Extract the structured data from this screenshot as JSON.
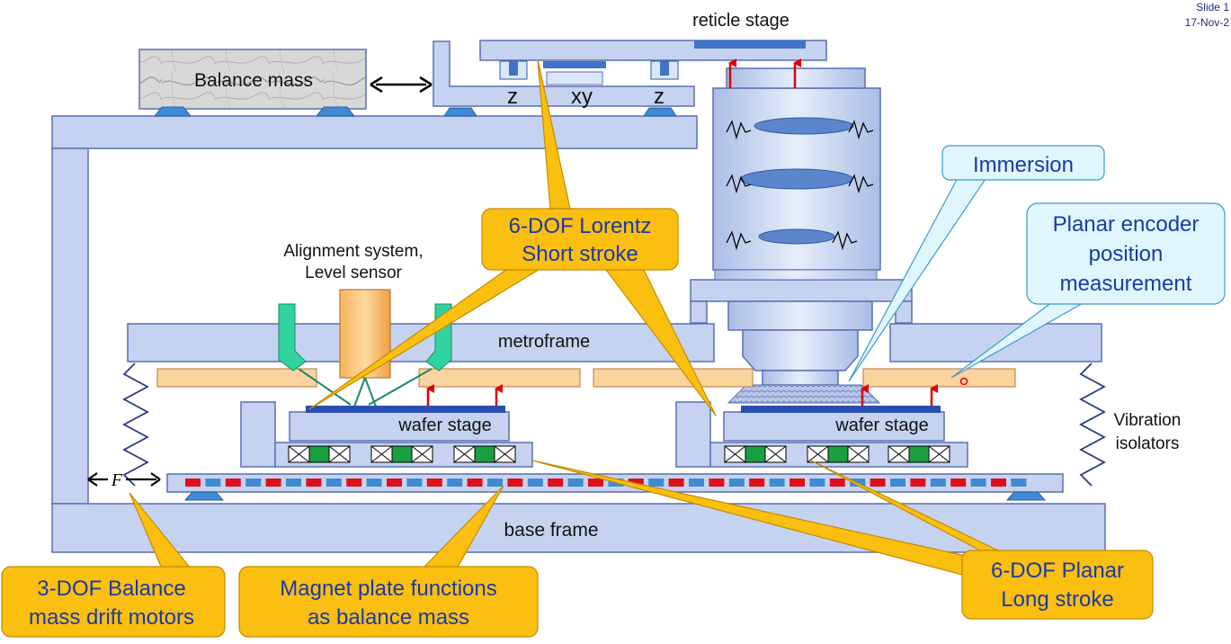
{
  "slide": {
    "number": "Slide 1",
    "date": "17-Nov-2"
  },
  "labels": {
    "reticle_stage": "reticle stage",
    "balance_mass": "Balance mass",
    "z_left": "z",
    "xy": "xy",
    "z_right": "z",
    "alignment_line1": "Alignment system,",
    "alignment_line2": "Level sensor",
    "metroframe": "metroframe",
    "wafer_stage_left": "wafer stage",
    "wafer_stage_right": "wafer stage",
    "base_frame": "base frame",
    "vibration_line1": "Vibration",
    "vibration_line2": "isolators",
    "force": "F"
  },
  "callouts": {
    "lorentz_line1": "6-DOF Lorentz",
    "lorentz_line2": "Short stroke",
    "immersion": "Immersion",
    "encoder_line1": "Planar encoder",
    "encoder_line2": "position",
    "encoder_line3": "measurement",
    "balance_drift_line1": "3-DOF Balance",
    "balance_drift_line2": "mass drift motors",
    "magnet_line1": "Magnet plate functions",
    "magnet_line2": "as balance mass",
    "planar_line1": "6-DOF Planar",
    "planar_line2": "Long stroke"
  },
  "colors": {
    "frame_fill": "#c5d3f0",
    "frame_stroke": "#5b6fb0",
    "orange_fill": "#fbd39f",
    "yellow_callout": "#fbbf0f",
    "cyan_callout": "#dff6fd",
    "arrow_red": "#e00000",
    "magnet_red": "#e0101a",
    "magnet_blue": "#3f8ad2",
    "coil_green": "#1aa040",
    "sensor_teal": "#30d3a0"
  }
}
